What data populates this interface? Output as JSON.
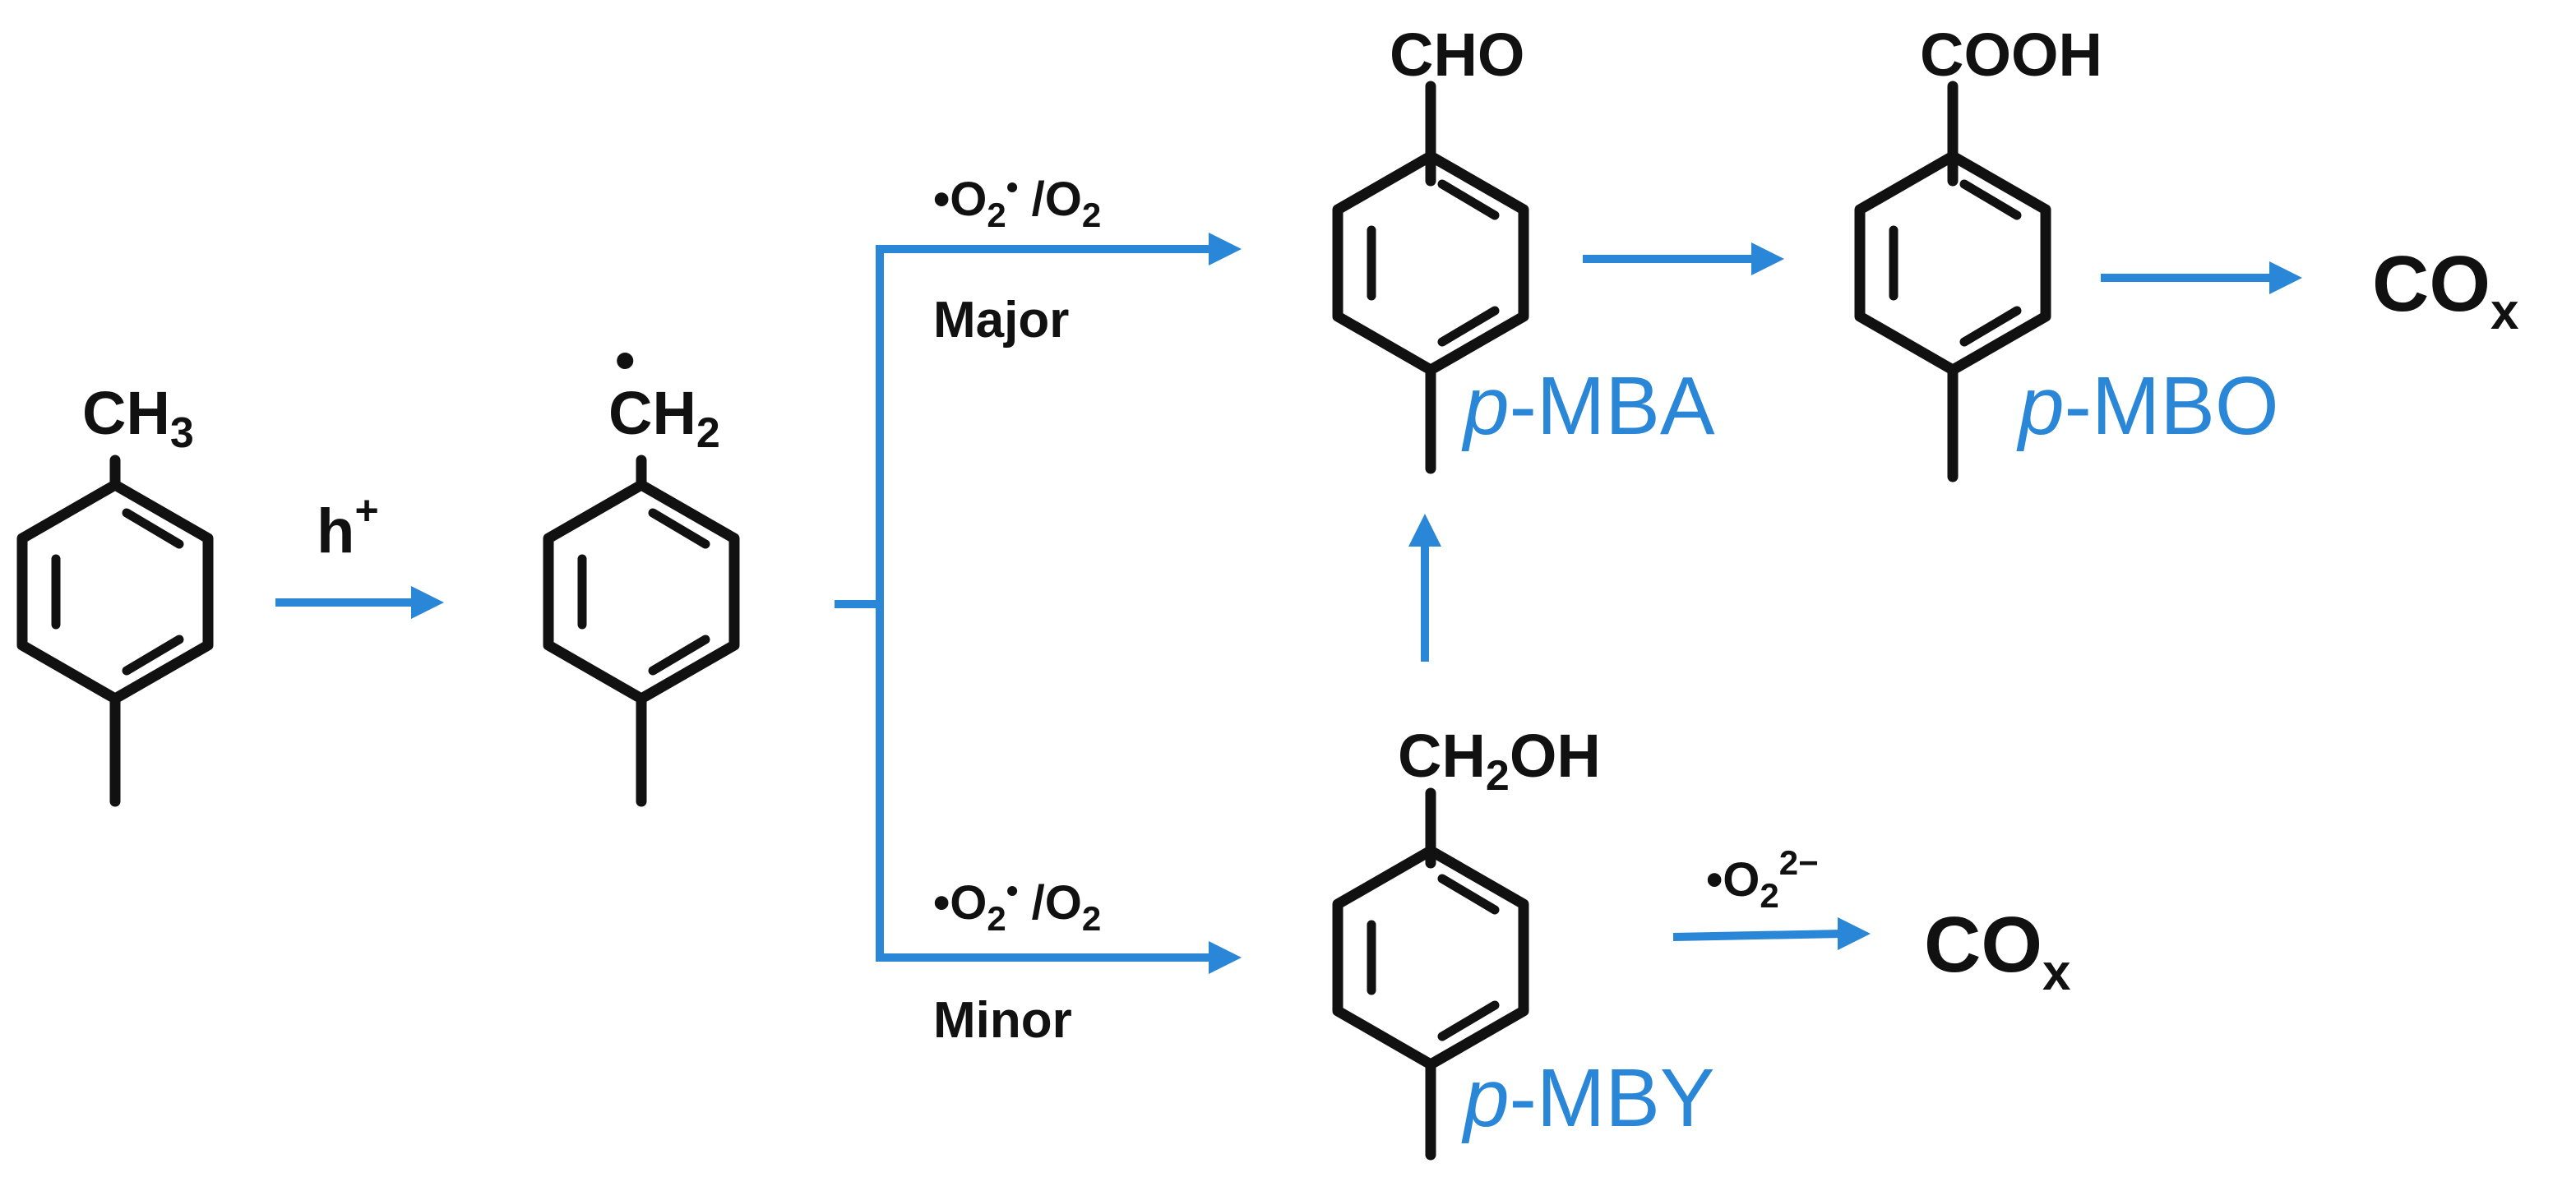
{
  "molecules": {
    "toluene": {
      "substituent": "CH",
      "sub": "3"
    },
    "radical": {
      "substituent": "CH",
      "sub": "2",
      "dot": "•"
    },
    "mba": {
      "substituent": "CHO",
      "name_prefix": "p",
      "name": "-MBA"
    },
    "mbo": {
      "substituent": "COOH",
      "name_prefix": "p",
      "name": "-MBO"
    },
    "mby": {
      "substituent_a": "CH",
      "substituent_sub": "2",
      "substituent_b": "OH",
      "name_prefix": "p",
      "name": "-MBY"
    }
  },
  "arrows": {
    "step1_label": "h",
    "step1_sup": "+",
    "major_reagent_a": "•O",
    "major_reagent_sub": "2",
    "major_reagent_sup": "•",
    "major_reagent_b": " /O",
    "major_reagent_sub2": "2",
    "major_label": "Major",
    "minor_reagent_a": "•O",
    "minor_reagent_sub": "2",
    "minor_reagent_sup": "•",
    "minor_reagent_b": " /O",
    "minor_reagent_sub2": "2",
    "minor_label": "Minor",
    "mby_reagent_a": "•O",
    "mby_reagent_sub": "2",
    "mby_reagent_sup": "2−"
  },
  "products": {
    "cox_top": "CO",
    "cox_top_sub": "x",
    "cox_bottom": "CO",
    "cox_bottom_sub": "x"
  },
  "colors": {
    "arrow": "#2a86d6",
    "bond": "#111111"
  }
}
